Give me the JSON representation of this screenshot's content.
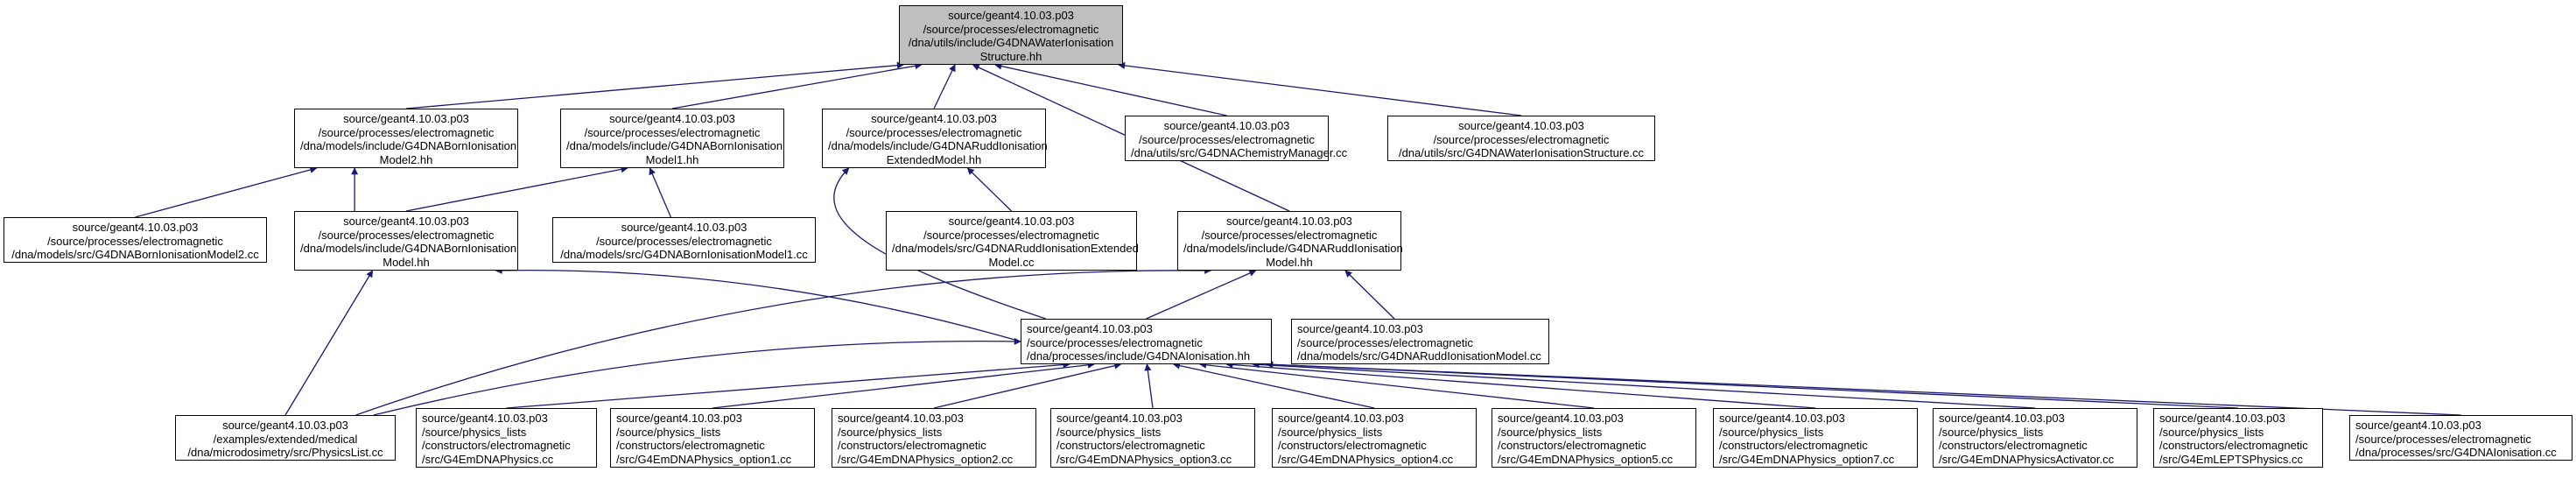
{
  "colors": {
    "edge": "#191970",
    "node_border": "#000000",
    "root_fill": "#bfbfbf",
    "node_fill": "#ffffff"
  },
  "nodes": [
    {
      "id": "root",
      "lines": [
        "source/geant4.10.03.p03",
        "/source/processes/electromagnetic",
        "/dna/utils/include/G4DNAWaterIonisation",
        "Structure.hh"
      ]
    },
    {
      "id": "born_model2_hh",
      "lines": [
        "source/geant4.10.03.p03",
        "/source/processes/electromagnetic",
        "/dna/models/include/G4DNABornIonisation",
        "Model2.hh"
      ]
    },
    {
      "id": "born_model1_hh",
      "lines": [
        "source/geant4.10.03.p03",
        "/source/processes/electromagnetic",
        "/dna/models/include/G4DNABornIonisation",
        "Model1.hh"
      ]
    },
    {
      "id": "rudd_ext_hh",
      "lines": [
        "source/geant4.10.03.p03",
        "/source/processes/electromagnetic",
        "/dna/models/include/G4DNARuddIonisation",
        "ExtendedModel.hh"
      ]
    },
    {
      "id": "chem_manager_cc",
      "lines": [
        "source/geant4.10.03.p03",
        "/source/processes/electromagnetic",
        "/dna/utils/src/G4DNAChemistryManager.cc"
      ]
    },
    {
      "id": "water_struct_cc",
      "lines": [
        "source/geant4.10.03.p03",
        "/source/processes/electromagnetic",
        "/dna/utils/src/G4DNAWaterIonisationStructure.cc"
      ]
    },
    {
      "id": "born_model2_cc",
      "lines": [
        "source/geant4.10.03.p03",
        "/source/processes/electromagnetic",
        "/dna/models/src/G4DNABornIonisationModel2.cc"
      ]
    },
    {
      "id": "born_model_hh",
      "lines": [
        "source/geant4.10.03.p03",
        "/source/processes/electromagnetic",
        "/dna/models/include/G4DNABornIonisation",
        "Model.hh"
      ]
    },
    {
      "id": "born_model1_cc",
      "lines": [
        "source/geant4.10.03.p03",
        "/source/processes/electromagnetic",
        "/dna/models/src/G4DNABornIonisationModel1.cc"
      ]
    },
    {
      "id": "rudd_ext_cc",
      "lines": [
        "source/geant4.10.03.p03",
        "/source/processes/electromagnetic",
        "/dna/models/src/G4DNARuddIonisationExtended",
        "Model.cc"
      ]
    },
    {
      "id": "rudd_model_hh",
      "lines": [
        "source/geant4.10.03.p03",
        "/source/processes/electromagnetic",
        "/dna/models/include/G4DNARuddIonisation",
        "Model.hh"
      ]
    },
    {
      "id": "ionisation_hh",
      "lines": [
        "source/geant4.10.03.p03",
        "/source/processes/electromagnetic",
        "/dna/processes/include/G4DNAIonisation.hh"
      ]
    },
    {
      "id": "rudd_model_cc",
      "lines": [
        "source/geant4.10.03.p03",
        "/source/processes/electromagnetic",
        "/dna/models/src/G4DNARuddIonisationModel.cc"
      ]
    },
    {
      "id": "physicslist_cc",
      "lines": [
        "source/geant4.10.03.p03",
        "/examples/extended/medical",
        "/dna/microdosimetry/src/PhysicsList.cc"
      ]
    },
    {
      "id": "em_dna_physics_cc",
      "lines": [
        "source/geant4.10.03.p03",
        "/source/physics_lists",
        "/constructors/electromagnetic",
        "/src/G4EmDNAPhysics.cc"
      ]
    },
    {
      "id": "em_dna_opt1_cc",
      "lines": [
        "source/geant4.10.03.p03",
        "/source/physics_lists",
        "/constructors/electromagnetic",
        "/src/G4EmDNAPhysics_option1.cc"
      ]
    },
    {
      "id": "em_dna_opt2_cc",
      "lines": [
        "source/geant4.10.03.p03",
        "/source/physics_lists",
        "/constructors/electromagnetic",
        "/src/G4EmDNAPhysics_option2.cc"
      ]
    },
    {
      "id": "em_dna_opt3_cc",
      "lines": [
        "source/geant4.10.03.p03",
        "/source/physics_lists",
        "/constructors/electromagnetic",
        "/src/G4EmDNAPhysics_option3.cc"
      ]
    },
    {
      "id": "em_dna_opt4_cc",
      "lines": [
        "source/geant4.10.03.p03",
        "/source/physics_lists",
        "/constructors/electromagnetic",
        "/src/G4EmDNAPhysics_option4.cc"
      ]
    },
    {
      "id": "em_dna_opt5_cc",
      "lines": [
        "source/geant4.10.03.p03",
        "/source/physics_lists",
        "/constructors/electromagnetic",
        "/src/G4EmDNAPhysics_option5.cc"
      ]
    },
    {
      "id": "em_dna_opt7_cc",
      "lines": [
        "source/geant4.10.03.p03",
        "/source/physics_lists",
        "/constructors/electromagnetic",
        "/src/G4EmDNAPhysics_option7.cc"
      ]
    },
    {
      "id": "em_dna_activator_cc",
      "lines": [
        "source/geant4.10.03.p03",
        "/source/physics_lists",
        "/constructors/electromagnetic",
        "/src/G4EmDNAPhysicsActivator.cc"
      ]
    },
    {
      "id": "em_lepts_cc",
      "lines": [
        "source/geant4.10.03.p03",
        "/source/physics_lists",
        "/constructors/electromagnetic",
        "/src/G4EmLEPTSPhysics.cc"
      ]
    },
    {
      "id": "ionisation_cc",
      "lines": [
        "source/geant4.10.03.p03",
        "/source/processes/electromagnetic",
        "/dna/processes/src/G4DNAIonisation.cc"
      ]
    }
  ],
  "edges": [
    {
      "from": "born_model2_hh",
      "to": "root"
    },
    {
      "from": "born_model1_hh",
      "to": "root"
    },
    {
      "from": "rudd_ext_hh",
      "to": "root"
    },
    {
      "from": "chem_manager_cc",
      "to": "root"
    },
    {
      "from": "water_struct_cc",
      "to": "root"
    },
    {
      "from": "rudd_model_hh",
      "to": "root"
    },
    {
      "from": "born_model2_cc",
      "to": "born_model2_hh"
    },
    {
      "from": "born_model_hh",
      "to": "born_model2_hh"
    },
    {
      "from": "born_model_hh",
      "to": "born_model1_hh"
    },
    {
      "from": "born_model1_cc",
      "to": "born_model1_hh"
    },
    {
      "from": "rudd_ext_cc",
      "to": "rudd_ext_hh"
    },
    {
      "from": "ionisation_hh",
      "to": "rudd_ext_hh"
    },
    {
      "from": "ionisation_hh",
      "to": "born_model_hh"
    },
    {
      "from": "physicslist_cc",
      "to": "born_model_hh"
    },
    {
      "from": "ionisation_hh",
      "to": "rudd_model_hh"
    },
    {
      "from": "rudd_model_cc",
      "to": "rudd_model_hh"
    },
    {
      "from": "physicslist_cc",
      "to": "rudd_model_hh"
    },
    {
      "from": "physicslist_cc",
      "to": "ionisation_hh"
    },
    {
      "from": "em_dna_physics_cc",
      "to": "ionisation_hh"
    },
    {
      "from": "em_dna_opt1_cc",
      "to": "ionisation_hh"
    },
    {
      "from": "em_dna_opt2_cc",
      "to": "ionisation_hh"
    },
    {
      "from": "em_dna_opt3_cc",
      "to": "ionisation_hh"
    },
    {
      "from": "em_dna_opt4_cc",
      "to": "ionisation_hh"
    },
    {
      "from": "em_dna_opt5_cc",
      "to": "ionisation_hh"
    },
    {
      "from": "em_dna_opt7_cc",
      "to": "ionisation_hh"
    },
    {
      "from": "em_dna_activator_cc",
      "to": "ionisation_hh"
    },
    {
      "from": "em_lepts_cc",
      "to": "ionisation_hh"
    },
    {
      "from": "ionisation_cc",
      "to": "ionisation_hh"
    }
  ]
}
